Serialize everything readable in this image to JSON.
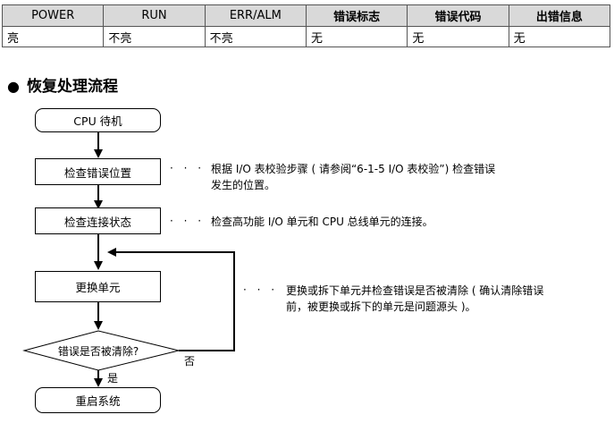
{
  "status_table": {
    "headers": [
      "POWER",
      "RUN",
      "ERR/ALM",
      "错误标志",
      "错误代码",
      "出错信息"
    ],
    "row": [
      "亮",
      "不亮",
      "不亮",
      "无",
      "无",
      "无"
    ]
  },
  "section": {
    "bullet": "●",
    "title": "恢复处理流程"
  },
  "flowchart": {
    "start": "CPU 待机",
    "step1": "检查错误位置",
    "step2": "检查连接状态",
    "step3": "更换单元",
    "decision": "错误是否被清除?",
    "yes": "是",
    "no": "否",
    "end": "重启系统"
  },
  "notes": {
    "dots": "· · ·",
    "note1_line1": "根据 I/O 表校验步骤 ( 请参阅“6-1-5 I/O 表校验”) 检查错误",
    "note1_line2": "发生的位置。",
    "note2": "检查高功能 I/O 单元和 CPU 总线单元的连接。",
    "note3_line1": "更换或拆下单元并检查错误是否被清除 ( 确认清除错误",
    "note3_line2": "前，被更换或拆下的单元是问题源头 )。"
  }
}
